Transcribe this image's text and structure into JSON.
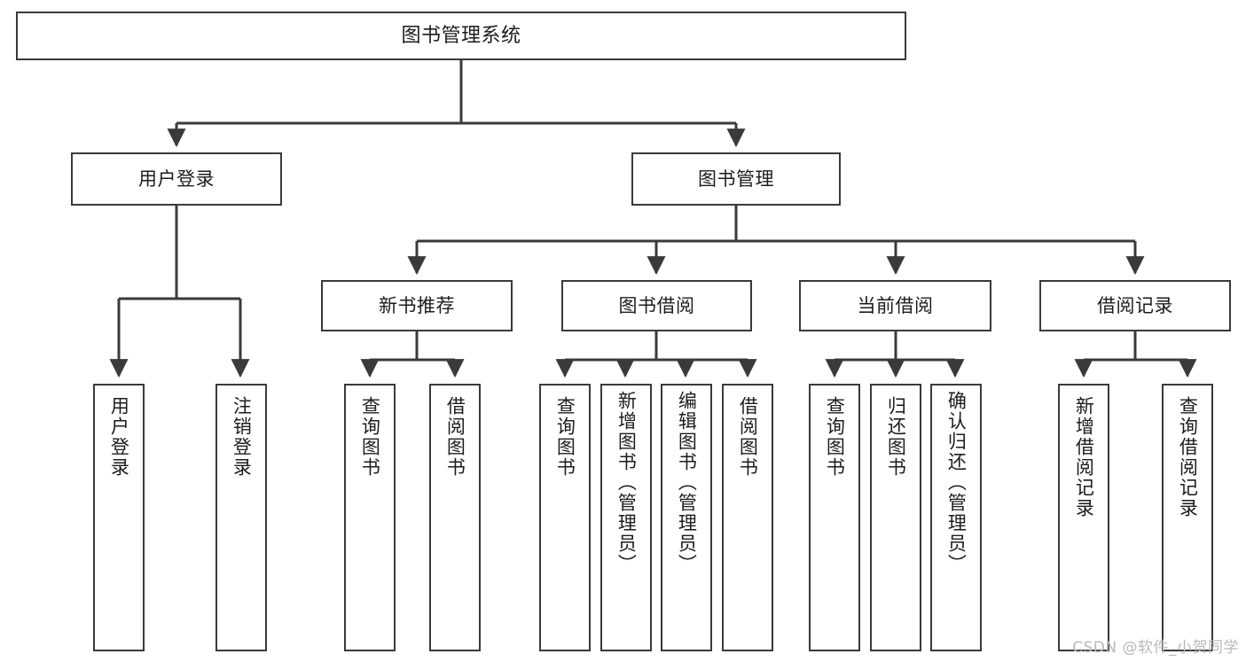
{
  "diagram": {
    "title": "图书管理系统",
    "root": {
      "label": "图书管理系统"
    },
    "level2": [
      {
        "label": "用户登录"
      },
      {
        "label": "图书管理"
      }
    ],
    "level3": [
      {
        "label": "新书推荐"
      },
      {
        "label": "图书借阅"
      },
      {
        "label": "当前借阅"
      },
      {
        "label": "借阅记录"
      }
    ],
    "leaves": {
      "user_login": [
        {
          "label": "用户登录"
        },
        {
          "label": "注销登录"
        }
      ],
      "new_book": [
        {
          "label": "查询图书"
        },
        {
          "label": "借阅图书"
        }
      ],
      "borrow_book": [
        {
          "label": "查询图书"
        },
        {
          "label": "新增图书（管理员）"
        },
        {
          "label": "编辑图书（管理员）"
        },
        {
          "label": "借阅图书"
        }
      ],
      "current_borrow": [
        {
          "label": "查询图书"
        },
        {
          "label": "归还图书"
        },
        {
          "label": "确认归还（管理员）"
        }
      ],
      "borrow_record": [
        {
          "label": "新增借阅记录"
        },
        {
          "label": "查询借阅记录"
        }
      ]
    }
  },
  "watermark": {
    "text": "CSDN @软件_小贺同学"
  },
  "colors": {
    "stroke": "#3a3a3a",
    "background": "#ffffff",
    "text": "#1c1c1c",
    "watermark": "#b9b9b9"
  }
}
